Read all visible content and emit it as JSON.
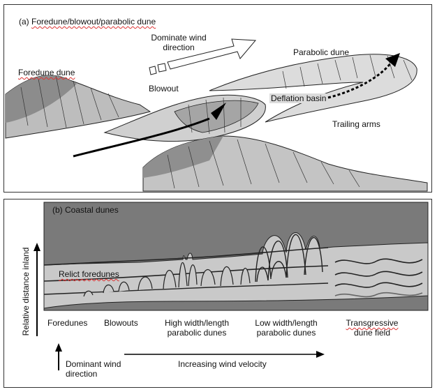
{
  "panel_a": {
    "title_prefix": "(a) ",
    "title_main": "Foredune/blowout/parabolic dune",
    "wind_line1": "Dominate wind",
    "wind_line2": "direction",
    "foredune": "Foredune dune",
    "blowout": "Blowout",
    "parabolic": "Parabolic dune",
    "deflation": "Deflation basin",
    "trailing": "Trailing arms"
  },
  "panel_b": {
    "title": "(b) Coastal dunes",
    "relict": "Relict foredunes",
    "y_axis": "Relative distance inland",
    "stages": {
      "foredunes": "Foredunes",
      "blowouts": "Blowouts",
      "high_1": "High width/length",
      "high_2": "parabolic dunes",
      "low_1": "Low width/length",
      "low_2": "parabolic dunes",
      "trans_1": "Transgressive",
      "trans_2": "dune field"
    },
    "dominant_1": "Dominant wind",
    "dominant_2": "direction",
    "velocity": "Increasing wind velocity"
  }
}
